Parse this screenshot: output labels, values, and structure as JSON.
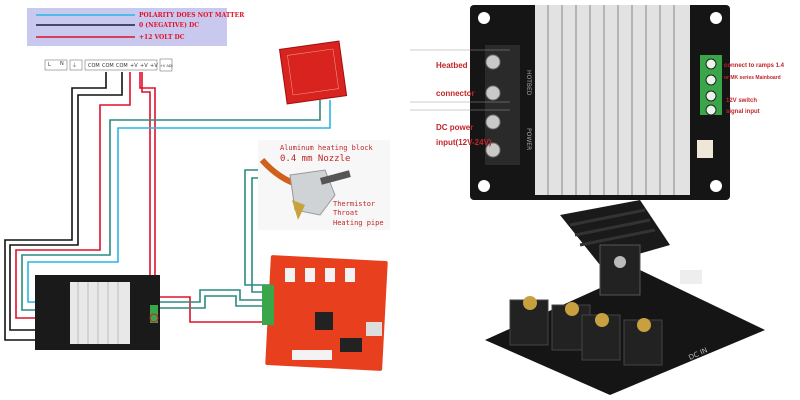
{
  "legend": {
    "items": [
      {
        "label": "POLARITY DOES NOT MATTER",
        "color": "#29b6e6"
      },
      {
        "label": "0 (NEGATIVE) DC",
        "color": "#1a1a4a"
      },
      {
        "label": "+12 VOLT DC",
        "color": "#e0102a"
      }
    ]
  },
  "power_supply": {
    "terminals": [
      "L",
      "N",
      "⏚",
      "COM",
      "COM",
      "COM",
      "+V",
      "+V",
      "+V",
      "+V ADJ"
    ]
  },
  "hotend": {
    "title_line1": "Aluminum heating block",
    "title_line2": "0.4 mm Nozzle",
    "labels": [
      "Thermistor",
      "Throat",
      "Heating pipe"
    ]
  },
  "mosfet_photo": {
    "left_labels": [
      "Heatbed",
      "connector",
      "DC power",
      "input(12V-24V)"
    ],
    "right_labels": [
      "connect to ramps 1.4",
      "or MK series Mainboard",
      "12V switch",
      "signal input"
    ],
    "board_text": [
      "HOTBED",
      "POWER",
      "DC IN"
    ]
  },
  "colors": {
    "legend_bg": "#c9c9ef",
    "wire_cyan": "#29b6e6",
    "wire_teal": "#2a8a80",
    "wire_black": "#111111",
    "wire_red": "#e0102a",
    "heatbed": "#d8231f",
    "controller": "#e8401f"
  }
}
